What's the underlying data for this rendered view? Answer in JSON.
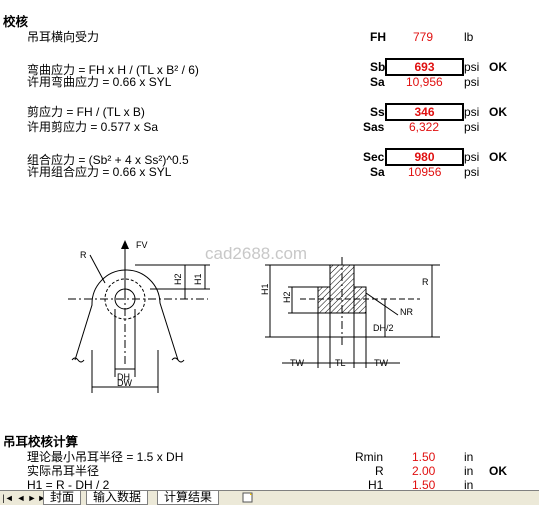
{
  "section1": {
    "title": "校核",
    "rows": [
      {
        "label": "吊耳横向受力",
        "sym": "FH",
        "value": "779",
        "unit": "lb",
        "ok": ""
      },
      {
        "label": "弯曲应力 = FH x H / (TL x B² / 6)",
        "sym": "Sb",
        "value": "693",
        "unit": "psi",
        "ok": "OK"
      },
      {
        "label": "许用弯曲应力 = 0.66 x SYL",
        "sym": "Sa",
        "value": "10,956",
        "unit": "psi",
        "ok": ""
      },
      {
        "label": "剪应力 = FH / (TL x B)",
        "sym": "Ss",
        "value": "346",
        "unit": "psi",
        "ok": "OK"
      },
      {
        "label": "许用剪应力 = 0.577 x Sa",
        "sym": "Sas",
        "value": "6,322",
        "unit": "psi",
        "ok": ""
      },
      {
        "label": "组合应力 = (Sb² + 4 x Ss²)^0.5",
        "sym": "Sec",
        "value": "980",
        "unit": "psi",
        "ok": "OK"
      },
      {
        "label": "许用组合应力 = 0.66 x SYL",
        "sym": "Sa",
        "value": "10956",
        "unit": "psi",
        "ok": ""
      }
    ]
  },
  "diagram": {
    "labels": {
      "fv": "FV",
      "r": "R",
      "h1": "H1",
      "h2": "H2",
      "dh": "DH",
      "dw": "DW",
      "tw": "TW",
      "tl": "TL",
      "nr": "NR",
      "dh2": "DH/2"
    },
    "watermark": "cad2688.com"
  },
  "section2": {
    "title": "吊耳校核计算",
    "rows": [
      {
        "label": "理论最小吊耳半径  = 1.5 x DH",
        "sym": "Rmin",
        "value": "1.50",
        "unit": "in",
        "ok": ""
      },
      {
        "label": "实际吊耳半径",
        "sym": "R",
        "value": "2.00",
        "unit": "in",
        "ok": "OK"
      },
      {
        "label": "H1 = R - DH / 2",
        "sym": "H1",
        "value": "1.50",
        "unit": "in",
        "ok": ""
      }
    ]
  },
  "tabs": {
    "nav": [
      "|◄",
      "◄",
      "►",
      "►|"
    ],
    "items": [
      {
        "label": "封面"
      },
      {
        "label": "输入数据"
      },
      {
        "label": "计算结果"
      }
    ]
  }
}
